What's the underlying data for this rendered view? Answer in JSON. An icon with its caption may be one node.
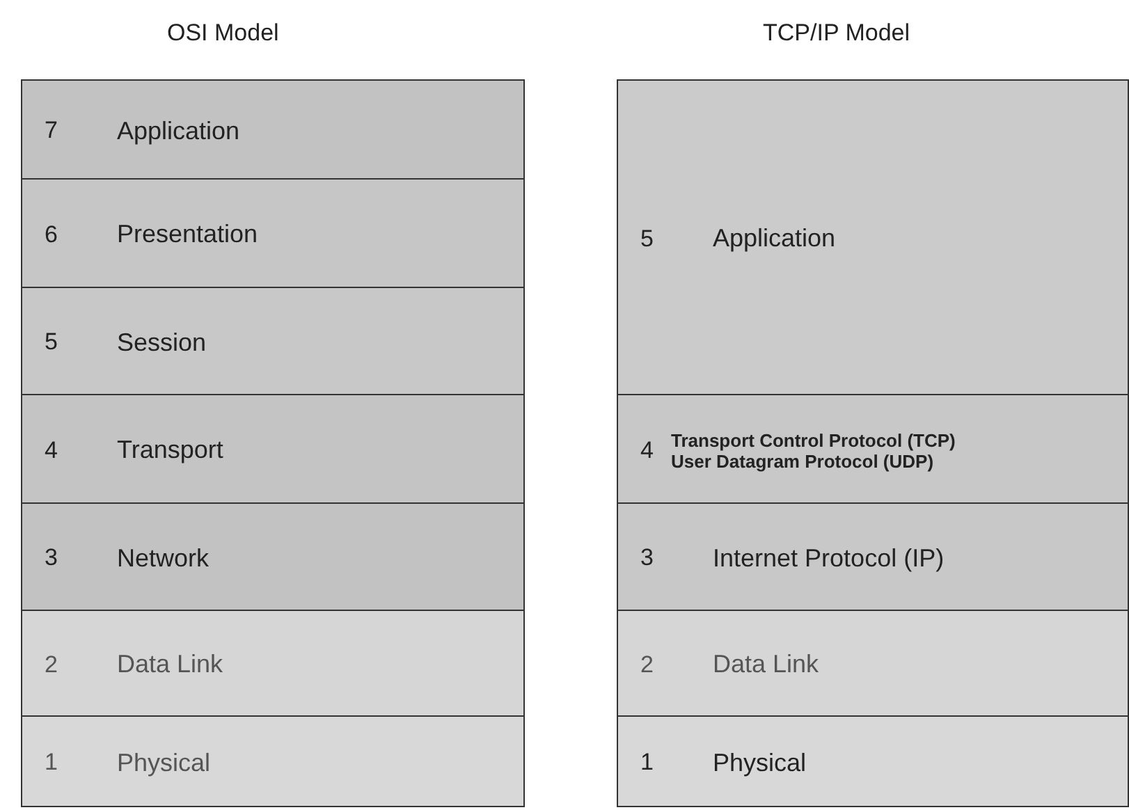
{
  "diagram": {
    "nodes": [
      {
        "text": [
          "OSI Model"
        ]
      },
      {
        "text": [
          "7",
          "Application"
        ],
        "in": 0
      },
      {
        "text": [
          "6",
          "Presentation"
        ],
        "in": 0
      },
      {
        "text": [
          "5",
          "Session"
        ],
        "in": 0
      },
      {
        "text": [
          "4",
          "Transport"
        ],
        "in": 0
      },
      {
        "text": [
          "3",
          "Network"
        ],
        "in": 0
      },
      {
        "text": [
          "2",
          "Data Link"
        ],
        "in": 0
      },
      {
        "text": [
          "1",
          "Physical"
        ],
        "in": 0
      },
      {
        "text": [
          "TCP/IP Model"
        ]
      },
      {
        "text": [
          "5",
          "Application"
        ],
        "in": 8
      },
      {
        "text": [
          "4",
          "Transport Control Protocol (TCP)",
          "User Datagram Protocol (UDP)"
        ],
        "in": 8
      },
      {
        "text": [
          "3",
          "Internet Protocol (IP)"
        ],
        "in": 8
      },
      {
        "text": [
          "2",
          "Data Link"
        ],
        "in": 8
      },
      {
        "text": [
          "1",
          "Physical"
        ],
        "in": 8
      }
    ]
  }
}
